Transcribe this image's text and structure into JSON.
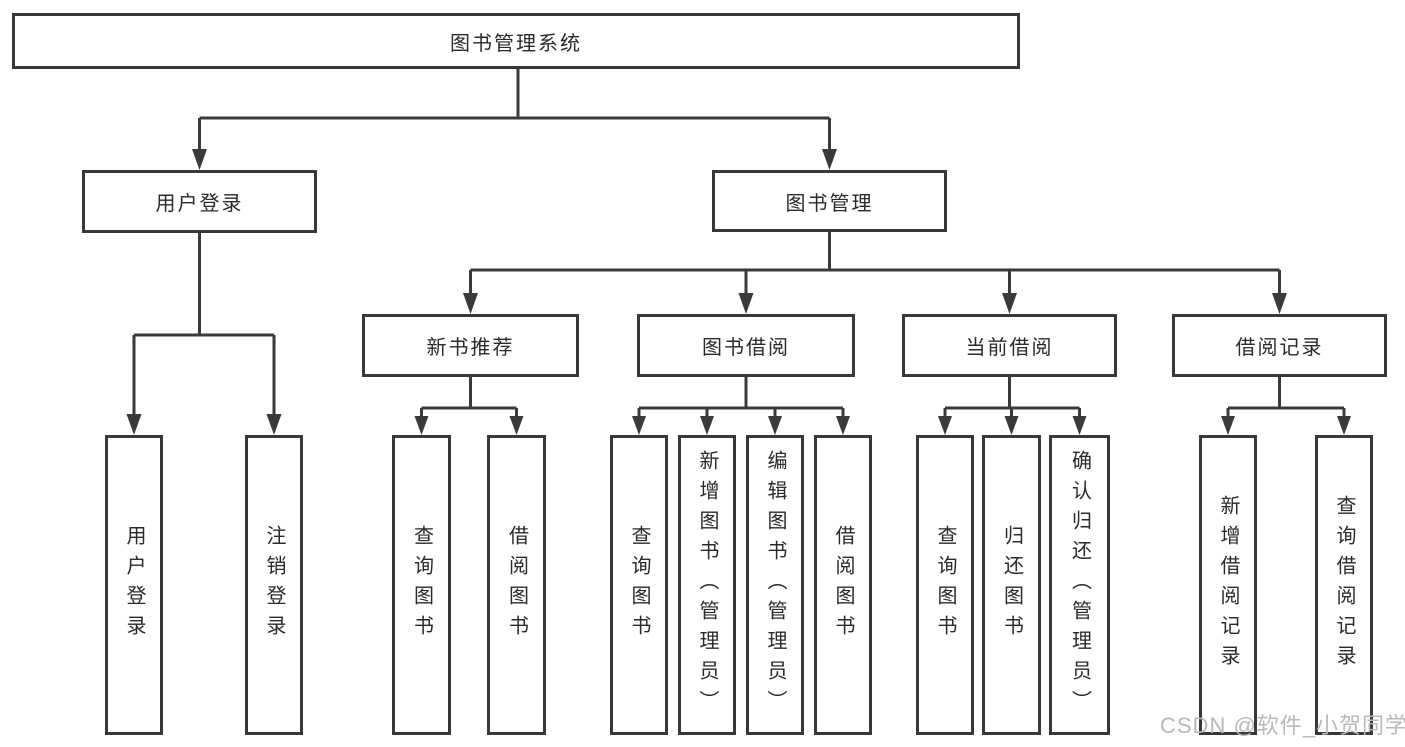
{
  "diagram_type": "tree",
  "colors": {
    "line": "#3a3a3a",
    "box_border": "#383838",
    "box_background": "#ffffff",
    "text": "#2a2a2a",
    "watermark": "#b9b9b9"
  },
  "tree": {
    "label": "图书管理系统",
    "children": [
      {
        "label": "用户登录",
        "children": [
          {
            "label": "用户登录"
          },
          {
            "label": "注销登录"
          }
        ]
      },
      {
        "label": "图书管理",
        "children": [
          {
            "label": "新书推荐",
            "children": [
              {
                "label": "查询图书"
              },
              {
                "label": "借阅图书"
              }
            ]
          },
          {
            "label": "图书借阅",
            "children": [
              {
                "label": "查询图书"
              },
              {
                "label": "新增图书（管理员）"
              },
              {
                "label": "编辑图书（管理员）"
              },
              {
                "label": "借阅图书"
              }
            ]
          },
          {
            "label": "当前借阅",
            "children": [
              {
                "label": "查询图书"
              },
              {
                "label": "归还图书"
              },
              {
                "label": "确认归还（管理员）"
              }
            ]
          },
          {
            "label": "借阅记录",
            "children": [
              {
                "label": "新增借阅记录"
              },
              {
                "label": "查询借阅记录"
              }
            ]
          }
        ]
      }
    ]
  },
  "watermark": "CSDN @软件_小贺同学"
}
